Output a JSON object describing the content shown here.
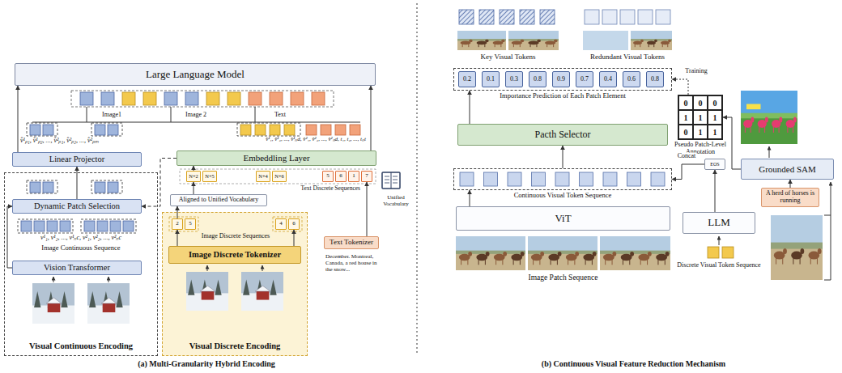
{
  "diagram": {
    "nodes": [
      {
        "text": [
          "Large Language Model"
        ]
      },
      {
        "text": [
          "Linear Projector"
        ]
      },
      {
        "text": [
          "Visual Continuous Encoding"
        ]
      },
      {
        "text": [
          "Dynamic Patch Selection"
        ],
        "in": 2
      },
      {
        "text": [
          "Vision Transformer"
        ],
        "in": 2
      },
      {
        "text": [
          "Embeddling Layer"
        ]
      },
      {
        "text": [
          "Aligned to Unified Vocabulary"
        ]
      },
      {
        "text": [
          "Visual Discrete Encoding"
        ]
      },
      {
        "text": [
          "2"
        ],
        "in": 7
      },
      {
        "text": [
          "5"
        ],
        "in": 7
      },
      {
        "text": [
          "4"
        ],
        "in": 7
      },
      {
        "text": [
          "6"
        ],
        "in": 7
      },
      {
        "text": [
          "Image Discrete Tokenizer"
        ],
        "in": 7
      },
      {
        "text": [
          "Text Tokenizer"
        ]
      },
      {
        "text": [
          "N+2"
        ]
      },
      {
        "text": [
          "N+5"
        ]
      },
      {
        "text": [
          "N+4"
        ]
      },
      {
        "text": [
          "N+6"
        ]
      },
      {
        "text": [
          "5"
        ]
      },
      {
        "text": [
          "6"
        ]
      },
      {
        "text": [
          "1"
        ]
      },
      {
        "text": [
          "7"
        ]
      },
      {
        "text": [
          "Importance Prediction of Each Patch Element"
        ]
      },
      {
        "text": [
          "0.2"
        ],
        "in": 22
      },
      {
        "text": [
          "0.1"
        ],
        "in": 22
      },
      {
        "text": [
          "0.3"
        ],
        "in": 22
      },
      {
        "text": [
          "0.8"
        ],
        "in": 22
      },
      {
        "text": [
          "0.9"
        ],
        "in": 22
      },
      {
        "text": [
          "0.7"
        ],
        "in": 22
      },
      {
        "text": [
          "0.4"
        ],
        "in": 22
      },
      {
        "text": [
          "0.6"
        ],
        "in": 22
      },
      {
        "text": [
          "0.8"
        ],
        "in": 22
      },
      {
        "text": [
          "Pseudo Patch-Level Annotation"
        ]
      },
      {
        "text": [
          "0"
        ],
        "in": 32
      },
      {
        "text": [
          "0"
        ],
        "in": 32
      },
      {
        "text": [
          "0"
        ],
        "in": 32
      },
      {
        "text": [
          "1"
        ],
        "in": 32
      },
      {
        "text": [
          "1"
        ],
        "in": 32
      },
      {
        "text": [
          "1"
        ],
        "in": 32
      },
      {
        "text": [
          "0"
        ],
        "in": 32
      },
      {
        "text": [
          "1"
        ],
        "in": 32
      },
      {
        "text": [
          "1"
        ],
        "in": 32
      },
      {
        "text": [
          "Grounded SAM"
        ]
      },
      {
        "text": [
          "Pacth Selector"
        ]
      },
      {
        "text": [
          "Continuous Visual Token Sequence"
        ]
      },
      {
        "text": [
          "EOS"
        ]
      },
      {
        "text": [
          "A herd of horses is running"
        ]
      },
      {
        "text": [
          "ViT"
        ]
      },
      {
        "text": [
          "LLM"
        ]
      }
    ],
    "edges": [
      {
        "from": 4,
        "to": 3,
        "arrow": "to"
      },
      {
        "from": 3,
        "to": 1,
        "arrow": "to"
      },
      {
        "from": 1,
        "to": 0,
        "arrow": "to"
      },
      {
        "from": 5,
        "to": 0,
        "arrow": "to"
      },
      {
        "from": 12,
        "to": 8,
        "arrow": "to"
      },
      {
        "from": 12,
        "to": 11,
        "arrow": "to"
      },
      {
        "from": 8,
        "to": 6,
        "arrow": "to"
      },
      {
        "from": 6,
        "to": 14,
        "arrow": "to"
      },
      {
        "from": 14,
        "to": 5,
        "arrow": "to"
      },
      {
        "from": 13,
        "to": 21,
        "arrow": "to"
      },
      {
        "from": 5,
        "to": 3,
        "arrow": "to"
      },
      {
        "from": 47,
        "to": 44,
        "arrow": "to"
      },
      {
        "from": 48,
        "to": 45,
        "arrow": "to"
      },
      {
        "from": 45,
        "to": 44,
        "label": "Concat",
        "arrow": "to"
      },
      {
        "from": 44,
        "to": 43,
        "arrow": "to"
      },
      {
        "from": 43,
        "to": 22,
        "arrow": "to"
      },
      {
        "from": 42,
        "to": 32,
        "arrow": "to"
      },
      {
        "from": 32,
        "to": 22,
        "label": "Training",
        "arrow": "to"
      },
      {
        "from": 46,
        "to": 42,
        "arrow": "to"
      }
    ],
    "labels": [
      "Image1",
      "Image 2",
      "Text",
      "v̂¹ₚ₁, v̂¹ₚ₂, ..., v̂²ₚ₁, v̂²ₚ₂, ..., v̂²ₚₘ",
      "v̂¹₁, v̂¹₂, ..., v̂¹ₙd, v̂²₁, v̂²₂, ..., v̂²ₙd, t₁, t₂, ..., tₙt",
      "v¹₁, v¹₂, ..., v¹ₙc, v²₁, v²₂, ..., v²ₙc",
      "Image Continuous Sequence",
      "Text Discrete Sequences",
      "Unified Vocabulary",
      "Image Discrete Sequences",
      "December. Montreal, Canada, a red house in the snow...",
      "(a) Multi-Granularity Hybrid Encoding",
      "Key Visual Tokens",
      "Redundant Visual Tokens",
      "Image Patch Sequence",
      "Discrete Visual Token Sequence",
      "(b) Continuous Visual Feature Reduction Mechanism"
    ]
  }
}
